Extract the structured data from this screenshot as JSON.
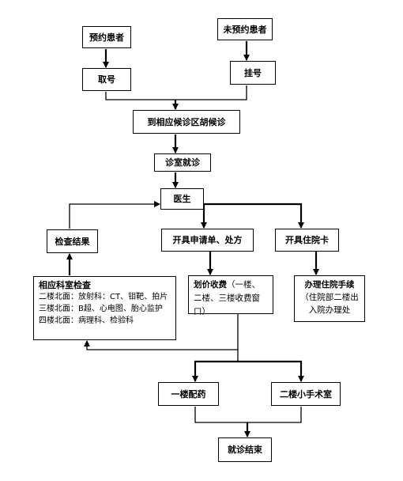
{
  "nodes": {
    "reserved_patient": "预约患者",
    "unreserved_patient": "未预约患者",
    "take_number": "取号",
    "register": "挂号",
    "waiting_area": "到相应候诊区胡候诊",
    "consultation_room": "诊室就诊",
    "doctor": "医生",
    "exam_result": "检查结果",
    "prescription": "开具申请单、处方",
    "admission_card": "开具住院卡",
    "departments": {
      "title": "相应科室检查",
      "lines": [
        "二楼北面：放射科：CT、钼靶、拍片",
        "三楼北面：B超、心电图、胎心监护",
        "四楼北面：病理科、检验科"
      ]
    },
    "payment": {
      "title": "划价收费",
      "text": "（一楼、二楼、三楼收费窗口）"
    },
    "admission": {
      "title": "办理住院手续",
      "text": "（住院部二楼出入院办理处"
    },
    "pharmacy": "一楼配药",
    "surgery_room": "二楼小手术室",
    "end": "就诊结束"
  }
}
